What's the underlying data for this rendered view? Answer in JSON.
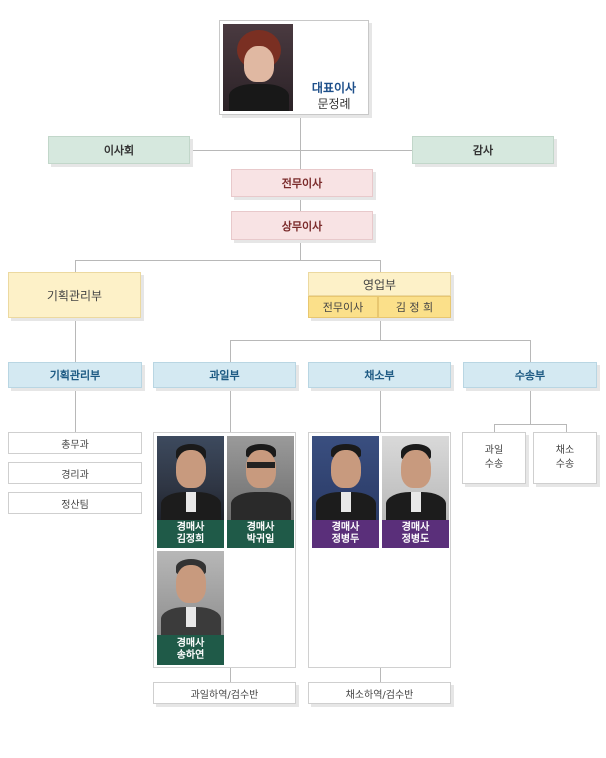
{
  "ceo": {
    "title": "대표이사",
    "name": "문정례"
  },
  "board": "이사회",
  "audit": "감사",
  "senior_director": "전무이사",
  "managing_director": "상무이사",
  "planning_dept": "기획관리부",
  "sales_dept": {
    "name": "영업부",
    "role": "전무이사",
    "person": "김 정 희"
  },
  "divisions": [
    "기획관리부",
    "과일부",
    "채소부",
    "수송부"
  ],
  "planning_teams": [
    "총무과",
    "경리과",
    "정산팀"
  ],
  "fruit_auctioneers": [
    {
      "role": "경매사",
      "name": "김정희"
    },
    {
      "role": "경매사",
      "name": "박귀일"
    },
    {
      "role": "경매사",
      "name": "송하연"
    }
  ],
  "veg_auctioneers": [
    {
      "role": "경매사",
      "name": "정병두"
    },
    {
      "role": "경매사",
      "name": "정병도"
    }
  ],
  "transport_units": [
    {
      "line1": "과일",
      "line2": "수송"
    },
    {
      "line1": "채소",
      "line2": "수송"
    }
  ],
  "fruit_footer": "과일하역/검수반",
  "veg_footer": "채소하역/검수반",
  "colors": {
    "green": "#d6e8de",
    "pink": "#f8e3e4",
    "yellow": "#fdf1c8",
    "blue": "#d4e9f2",
    "caption_green": "#1f5a48",
    "caption_purple": "#5a2f7a"
  }
}
